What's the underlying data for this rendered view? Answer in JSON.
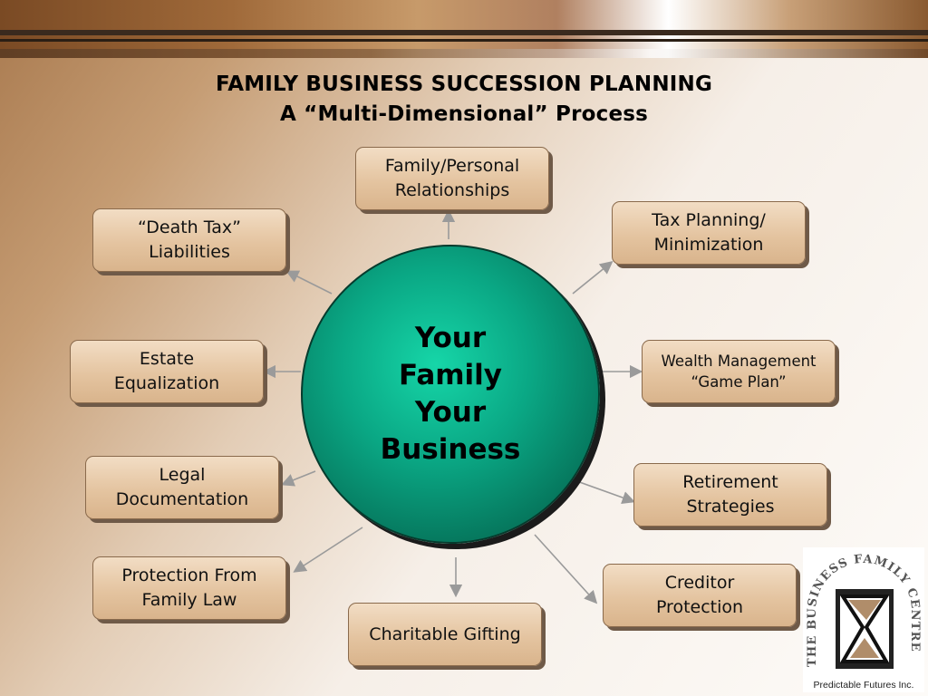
{
  "title": {
    "line1": "FAMILY BUSINESS SUCCESSION PLANNING",
    "line2": "A “Multi-Dimensional” Process"
  },
  "hub": {
    "line1": "Your",
    "line2": "Family",
    "line3": "Your",
    "line4": "Business"
  },
  "nodes": {
    "family": "Family/Personal\nRelationships",
    "tax": "Tax Planning/\nMinimization",
    "death_tax": "“Death Tax”\nLiabilities",
    "wealth": "Wealth Management\n“Game Plan”",
    "estate": "Estate\nEqualization",
    "legal": "Legal\nDocumentation",
    "retirement": "Retirement\nStrategies",
    "protection": "Protection From\nFamily Law",
    "creditor": "Creditor\nProtection",
    "charitable": "Charitable Gifting"
  },
  "logo": {
    "arc_text": "THE BUSINESS FAMILY CENTRE",
    "tagline": "Predictable Futures Inc."
  },
  "colors": {
    "hub": "#0aa784",
    "node": "#e4c4a0",
    "arrow": "#9a9a9a"
  }
}
